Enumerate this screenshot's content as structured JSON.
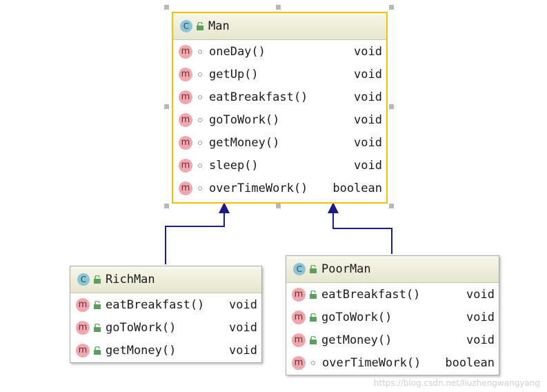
{
  "classes": {
    "man": {
      "icon": "C",
      "name": "Man",
      "methods": [
        {
          "icon": "m",
          "name": "oneDay()",
          "type": "void",
          "visibility": "package"
        },
        {
          "icon": "m",
          "name": "getUp()",
          "type": "void",
          "visibility": "package"
        },
        {
          "icon": "m",
          "name": "eatBreakfast()",
          "type": "void",
          "visibility": "package"
        },
        {
          "icon": "m",
          "name": "goToWork()",
          "type": "void",
          "visibility": "package"
        },
        {
          "icon": "m",
          "name": "getMoney()",
          "type": "void",
          "visibility": "package"
        },
        {
          "icon": "m",
          "name": "sleep()",
          "type": "void",
          "visibility": "package"
        },
        {
          "icon": "m",
          "name": "overTimeWork()",
          "type": "boolean",
          "visibility": "package"
        }
      ]
    },
    "richman": {
      "icon": "C",
      "name": "RichMan",
      "methods": [
        {
          "icon": "m",
          "name": "eatBreakfast()",
          "type": "void",
          "visibility": "public"
        },
        {
          "icon": "m",
          "name": "goToWork()",
          "type": "void",
          "visibility": "public"
        },
        {
          "icon": "m",
          "name": "getMoney()",
          "type": "void",
          "visibility": "public"
        }
      ]
    },
    "poorman": {
      "icon": "C",
      "name": "PoorMan",
      "methods": [
        {
          "icon": "m",
          "name": "eatBreakfast()",
          "type": "void",
          "visibility": "public"
        },
        {
          "icon": "m",
          "name": "goToWork()",
          "type": "void",
          "visibility": "public"
        },
        {
          "icon": "m",
          "name": "getMoney()",
          "type": "void",
          "visibility": "public"
        },
        {
          "icon": "m",
          "name": "overTimeWork()",
          "type": "boolean",
          "visibility": "package"
        }
      ]
    }
  },
  "relations": [
    {
      "from": "RichMan",
      "to": "Man",
      "kind": "extends"
    },
    {
      "from": "PoorMan",
      "to": "Man",
      "kind": "extends"
    }
  ],
  "colors": {
    "arrow": "#1a1a8c",
    "selection": "#f2c200",
    "class_icon": "#8dc4d6",
    "method_icon": "#f0a7ad",
    "public_lock": "#5aa05a"
  },
  "watermark": "https://blog.csdn.net/liuzhengwangyang"
}
